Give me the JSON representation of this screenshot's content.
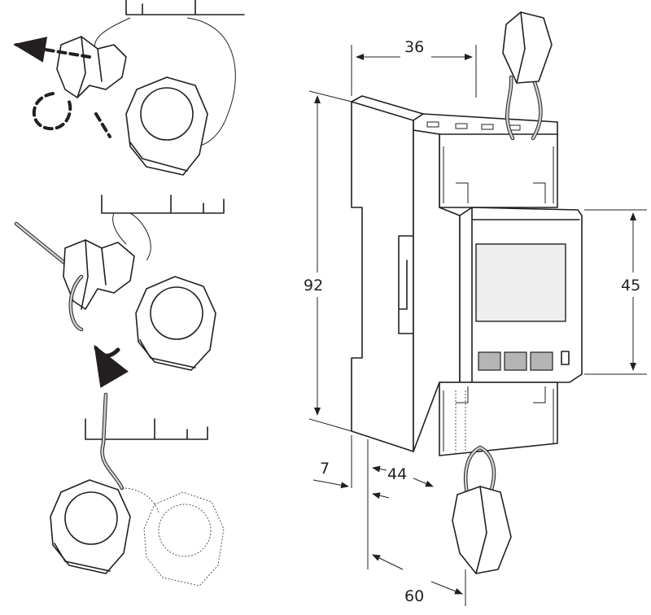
{
  "dimensions": {
    "width_top": "36",
    "height_total": "92",
    "height_module": "45",
    "rail_offset": "7",
    "depth_body": "44",
    "depth_total": "60"
  },
  "steps": [
    {
      "name": "seal-step-1-thread-wire"
    },
    {
      "name": "seal-step-2-twist"
    },
    {
      "name": "seal-step-3-close-seal"
    }
  ]
}
